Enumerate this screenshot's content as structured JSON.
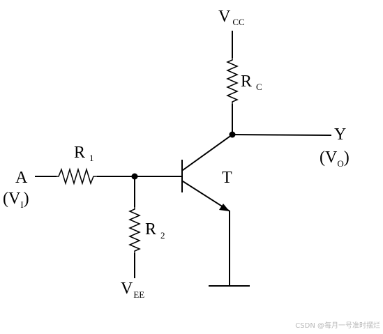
{
  "labels": {
    "vcc": {
      "main": "V",
      "sub": "CC"
    },
    "rc": {
      "main": "R",
      "sub": "C"
    },
    "y": "Y",
    "vo": {
      "open": "(V",
      "sub": "O",
      "close": ")"
    },
    "t": "T",
    "r1": {
      "main": "R",
      "sub": "1"
    },
    "a": "A",
    "vi": {
      "open": "(V",
      "sub": "I",
      "close": ")"
    },
    "r2": {
      "main": "R",
      "sub": "2"
    },
    "vee": {
      "main": "V",
      "sub": "EE"
    }
  },
  "watermark": "CSDN @每月一号准时摆烂"
}
